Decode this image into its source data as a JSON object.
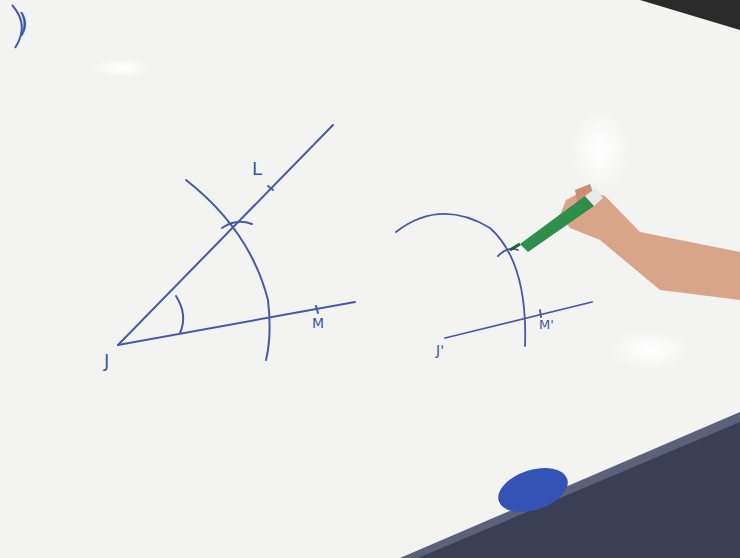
{
  "diagram": {
    "labels": [
      ")",
      "L",
      "J",
      "M",
      "J'",
      "M'"
    ]
  }
}
